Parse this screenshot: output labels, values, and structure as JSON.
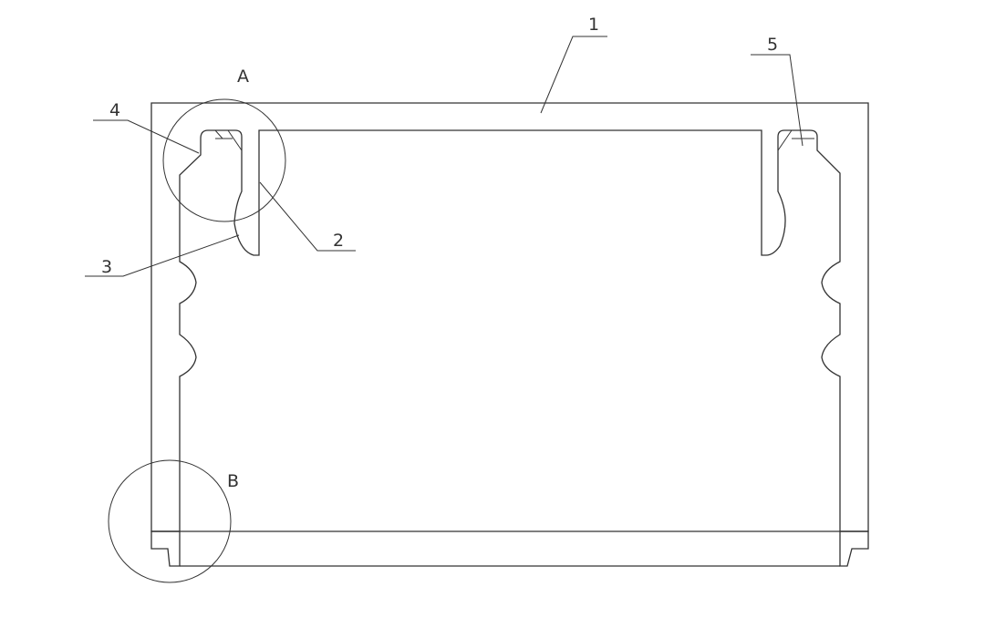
{
  "drawing": {
    "labels": {
      "part1": "1",
      "part2": "2",
      "part3": "3",
      "part4": "4",
      "part5": "5",
      "detailA": "A",
      "detailB": "B"
    },
    "colors": {
      "line": "#333333",
      "background": "#ffffff"
    }
  }
}
